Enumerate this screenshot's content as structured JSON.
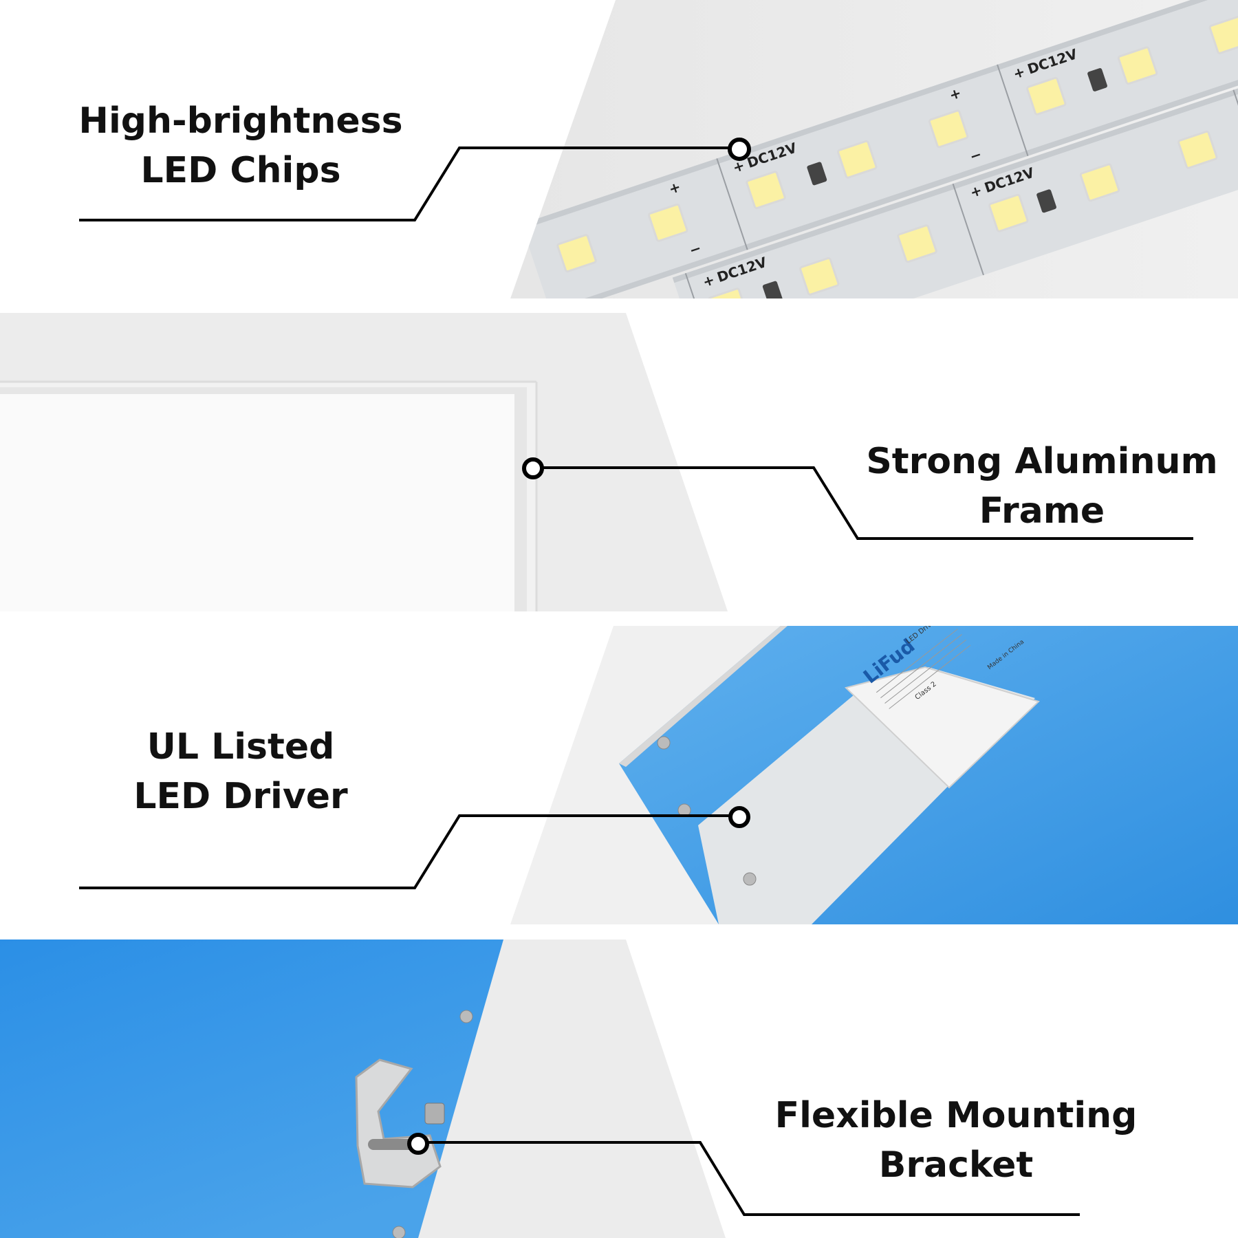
{
  "features": [
    {
      "id": "led-chips",
      "lines": [
        "High-brightness",
        "LED Chips"
      ]
    },
    {
      "id": "aluminum-frame",
      "lines": [
        "Strong Aluminum",
        "Frame"
      ]
    },
    {
      "id": "led-driver",
      "lines": [
        "UL Listed",
        "LED Driver"
      ]
    },
    {
      "id": "mounting-bracket",
      "lines": [
        "Flexible Mounting",
        "Bracket"
      ]
    }
  ],
  "strip_marking": "DC12V",
  "driver_label": {
    "brand": "LiFud",
    "product": "LED Driver",
    "class": "Class 2",
    "origin": "Made in China"
  },
  "colors": {
    "panel_blue": "#2f8fe0",
    "led_yellow": "#f7ec7a",
    "pcb_white": "#e4e6e8",
    "text": "#111111"
  }
}
